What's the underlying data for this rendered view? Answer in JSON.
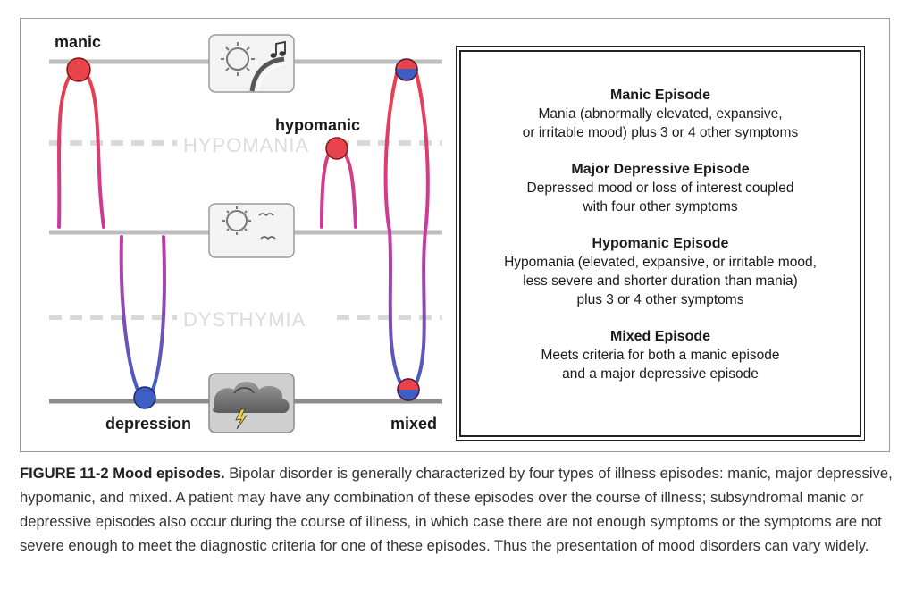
{
  "diagram": {
    "labels": {
      "manic": "manic",
      "hypomanic": "hypomanic",
      "depression": "depression",
      "mixed": "mixed"
    },
    "zones": {
      "upper": "HYPOMANIA",
      "lower": "DYSTHYMIA"
    },
    "icons": {
      "manic_level": "sun-music-icon",
      "normal_level": "sun-birds-icon",
      "depression_level": "storm-cloud-icon"
    },
    "colors": {
      "manic": "#e8424a",
      "depressive": "#3d5fc4",
      "transition": "#c93aa0"
    }
  },
  "legend": {
    "episodes": [
      {
        "title": "Manic Episode",
        "description": "Mania (abnormally elevated, expansive,\nor irritable mood) plus 3 or 4 other symptoms"
      },
      {
        "title": "Major Depressive Episode",
        "description": "Depressed mood or loss of interest coupled\nwith four other symptoms"
      },
      {
        "title": "Hypomanic Episode",
        "description": "Hypomania (elevated, expansive, or irritable mood,\nless severe and shorter duration than mania)\nplus 3 or 4 other symptoms"
      },
      {
        "title": "Mixed Episode",
        "description": "Meets criteria for both a manic episode\nand a major depressive episode"
      }
    ]
  },
  "caption": {
    "title": "FIGURE 11-2 Mood episodes.",
    "text": "Bipolar disorder is generally characterized by four types of illness episodes: manic, major depressive, hypomanic, and mixed. A patient may have any combination of these episodes over the course of illness; subsyndromal manic or depressive episodes also occur during the course of illness, in which case there are not enough symptoms or the symptoms are not severe enough to meet the diagnostic criteria for one of these episodes. Thus the presentation of mood disorders can vary widely."
  }
}
